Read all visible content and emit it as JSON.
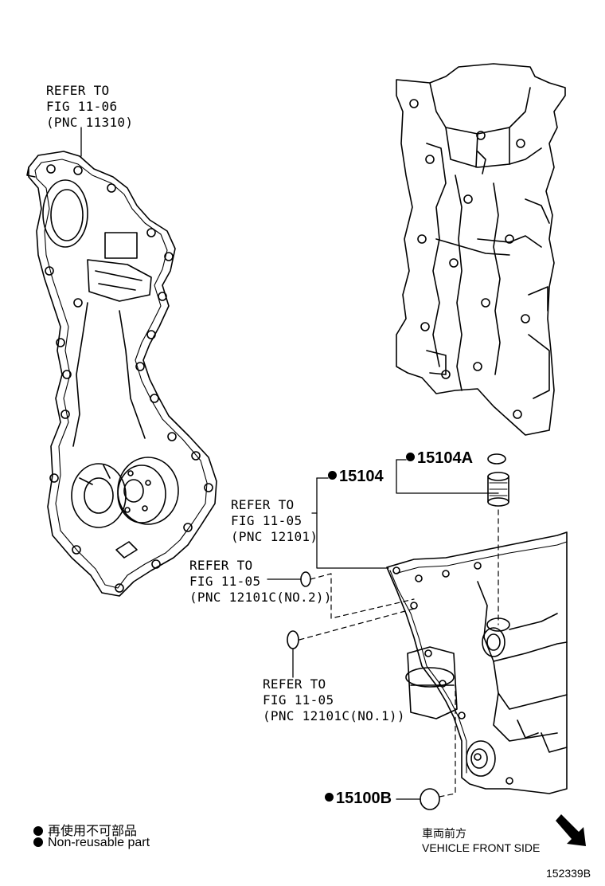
{
  "refer_timing_cover": {
    "line1": "REFER TO",
    "line2": "FIG 11-06",
    "line3": "(PNC 11310)"
  },
  "refer_oil_pan_a": {
    "line1": "REFER TO",
    "line2": "FIG 11-05",
    "line3": "(PNC 12101)"
  },
  "refer_oil_pan_b": {
    "line1": "REFER TO",
    "line2": "FIG 11-05",
    "line3": "(PNC 12101C(NO.2))"
  },
  "refer_oil_pan_c": {
    "line1": "REFER TO",
    "line2": "FIG 11-05",
    "line3": "(PNC 12101C(NO.1))"
  },
  "parts": {
    "strainer": "15104",
    "strainer_oring": "15104A",
    "drain_gasket": "15100B"
  },
  "legend": {
    "jp": "再使用不可部品",
    "en": "Non-reusable part"
  },
  "direction": {
    "jp": "車両前方",
    "en": "VEHICLE FRONT SIDE"
  },
  "figure_id": "152339B"
}
